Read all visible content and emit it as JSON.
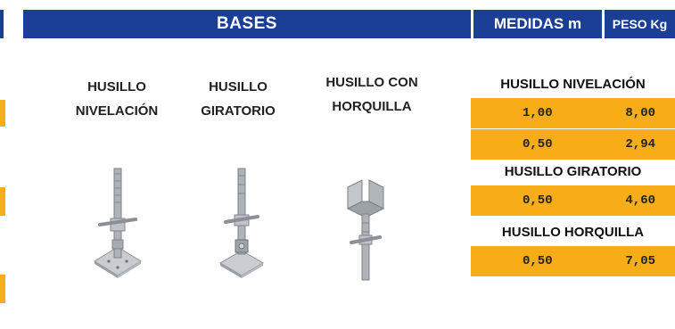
{
  "header": {
    "bases": "BASES",
    "medidas": "MEDIDAS m",
    "peso": "PESO Kg"
  },
  "products": [
    {
      "label": "HUSILLO\nNIVELACIÓN",
      "icon": "leveling-jack-icon"
    },
    {
      "label": "HUSILLO\nGIRATORIO",
      "icon": "swivel-jack-icon"
    },
    {
      "label": "HUSILLO CON\nHORQUILLA",
      "icon": "fork-head-jack-icon"
    }
  ],
  "table": {
    "sections": [
      {
        "title": "HUSILLO NIVELACIÓN",
        "rows": [
          {
            "medida": "1,00",
            "peso": "8,00"
          },
          {
            "medida": "0,50",
            "peso": "2,94"
          }
        ]
      },
      {
        "title": "HUSILLO GIRATORIO",
        "rows": [
          {
            "medida": "0,50",
            "peso": "4,60"
          }
        ]
      },
      {
        "title": "HUSILLO HORQUILLA",
        "rows": [
          {
            "medida": "0,50",
            "peso": "7,05"
          }
        ]
      }
    ]
  },
  "colors": {
    "header_bg": "#1b3f95",
    "row_bg": "#f6ad17",
    "text": "#222222"
  }
}
